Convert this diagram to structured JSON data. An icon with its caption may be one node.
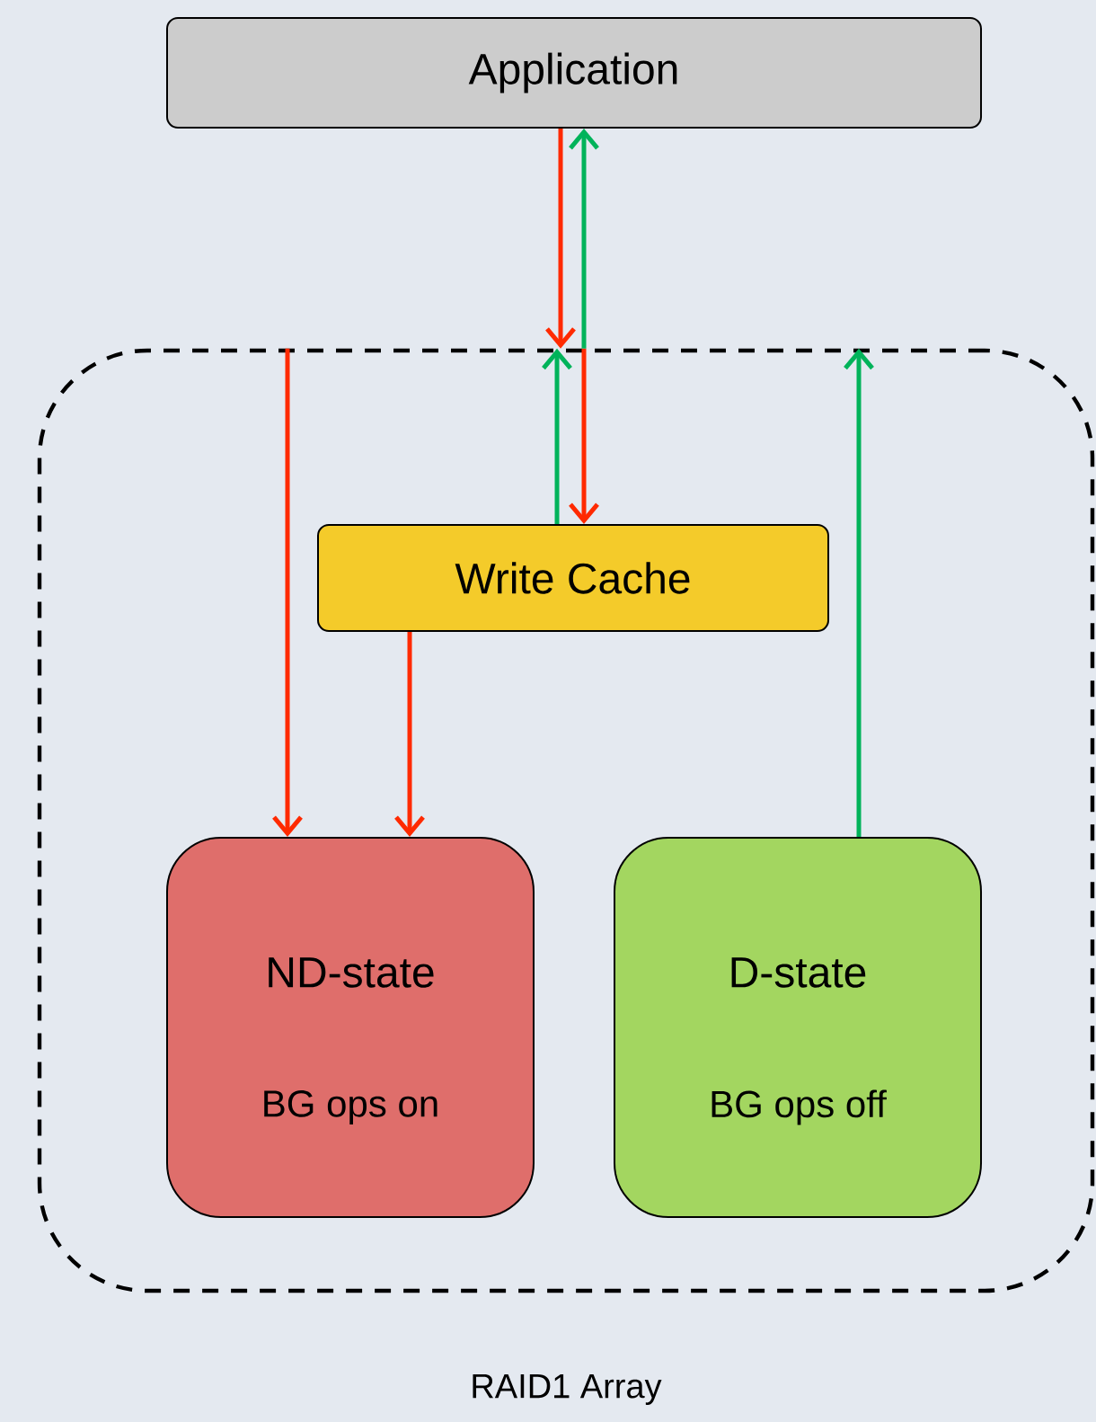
{
  "diagram": {
    "nodes": [
      {
        "text": [
          "Application"
        ]
      },
      {
        "text": [
          "RAID1 Array"
        ]
      },
      {
        "text": [
          "Write Cache"
        ],
        "in": 1
      },
      {
        "text": [
          "ND-state",
          "BG ops on"
        ],
        "in": 1
      },
      {
        "text": [
          "D-state",
          "BG ops off"
        ],
        "in": 1
      }
    ],
    "edges": [
      {
        "from": 0,
        "to": 1,
        "arrow": "to",
        "color": "#ff2a00"
      },
      {
        "from": 1,
        "to": 2,
        "arrow": "to",
        "color": "#ff2a00"
      },
      {
        "from": 2,
        "to": 1,
        "arrow": "to",
        "color": "#00b35a"
      },
      {
        "from": 1,
        "to": 0,
        "arrow": "to",
        "color": "#00b35a"
      },
      {
        "from": 1,
        "to": 3,
        "arrow": "to",
        "color": "#ff2a00"
      },
      {
        "from": 2,
        "to": 3,
        "arrow": "to",
        "color": "#ff2a00"
      },
      {
        "from": 4,
        "to": 1,
        "arrow": "to",
        "color": "#00b35a"
      }
    ]
  }
}
